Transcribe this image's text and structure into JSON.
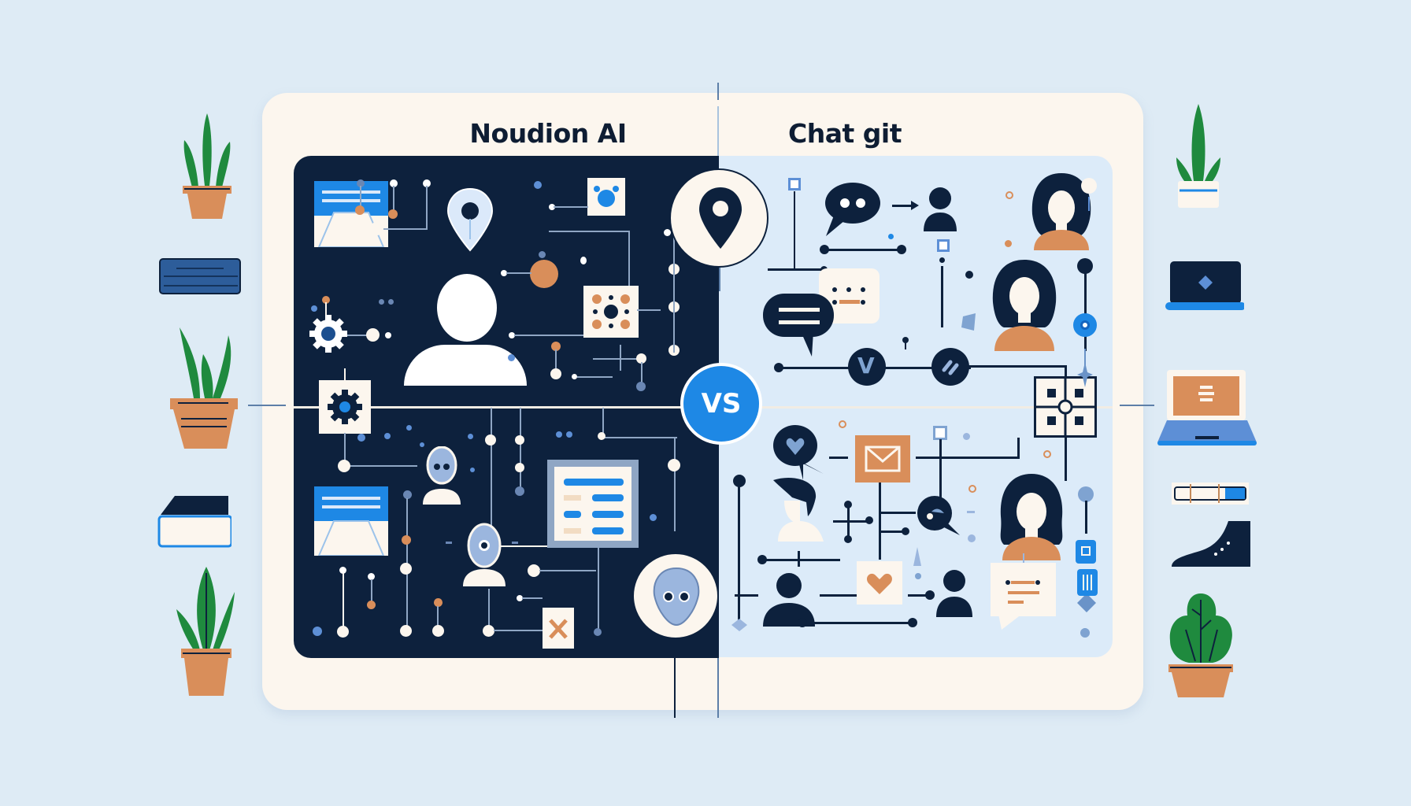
{
  "left_panel": {
    "title": "Noudion AI",
    "theme": "dark",
    "background_color": "#0d213d",
    "icons": [
      "document-icon",
      "gear-icon",
      "user-icon",
      "map-pin-icon",
      "alien-avatar-icon",
      "list-card-icon",
      "close-icon",
      "coffee-icon",
      "network-node-icon"
    ]
  },
  "right_panel": {
    "title": "Chat git",
    "theme": "light",
    "background_color": "#dcebf9",
    "icons": [
      "chat-bubble-icon",
      "user-icon",
      "woman-avatar-icon",
      "mail-icon",
      "heart-icon",
      "grid-target-icon",
      "link-icon",
      "v-icon"
    ]
  },
  "center": {
    "vs_label": "VS",
    "vs_color": "#1e88e5"
  },
  "decor": {
    "left_column": [
      "plant-icon",
      "keyboard-icon",
      "plant-icon",
      "book-icon",
      "plant-icon"
    ],
    "right_column": [
      "plant-icon",
      "laptop-icon",
      "laptop-icon",
      "usb-drive-icon",
      "shoe-icon",
      "plant-icon"
    ]
  },
  "colors": {
    "background": "#deebf5",
    "card": "#fcf6ee",
    "navy": "#0d213d",
    "blue": "#1e88e5",
    "orange": "#d98e5a",
    "green": "#1f8a3e"
  }
}
